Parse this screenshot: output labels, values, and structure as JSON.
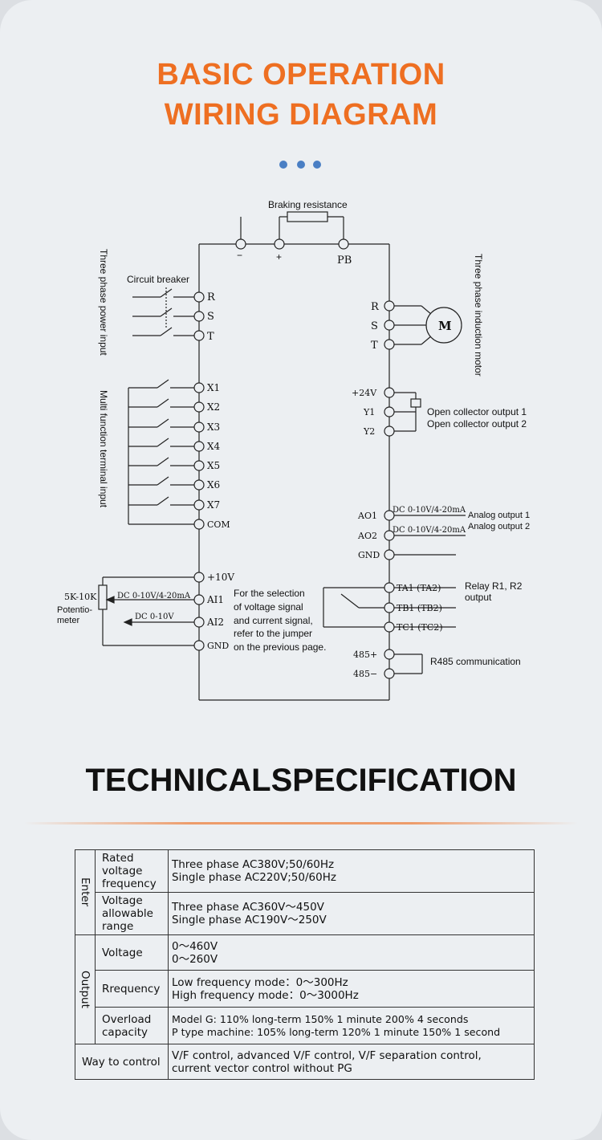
{
  "header": {
    "title_line1": "BASIC OPERATION",
    "title_line2": "WIRING DIAGRAM"
  },
  "colors": {
    "accent": "#ee6f22",
    "dots": "#4a7fc4",
    "background": "#eceff2"
  },
  "diagram": {
    "braking_resistance": "Braking resistance",
    "dc_minus": "−",
    "dc_plus": "+",
    "pb": "PB",
    "power_input_label": "Three phase power input",
    "circuit_breaker": "Circuit breaker",
    "input_terminals": [
      "R",
      "S",
      "T"
    ],
    "multi_function_label": "Multi function terminal input",
    "x_terminals": [
      "X1",
      "X2",
      "X3",
      "X4",
      "X5",
      "X6",
      "X7",
      "COM"
    ],
    "analog_in_terminals": [
      "+10V",
      "AI1",
      "AI2",
      "GND"
    ],
    "pot_range": "5K-10K",
    "pot_label_line1": "Potentio-",
    "pot_label_line2": "meter",
    "ai1_signal": "DC 0-10V/4-20mA",
    "ai2_signal": "DC 0-10V",
    "jumper_note": [
      "For the selection",
      "of voltage signal",
      "and current signal,",
      "refer to the jumper",
      "on the previous page."
    ],
    "motor_label": "Three phase induction motor",
    "motor_symbol": "M",
    "output_terminals": [
      "R",
      "S",
      "T"
    ],
    "oc_terminals": [
      "+24V",
      "Y1",
      "Y2"
    ],
    "oc_output1": "Open collector output 1",
    "oc_output2": "Open collector output 2",
    "ao_terminals": [
      "AO1",
      "AO2",
      "GND"
    ],
    "ao_signal": "DC 0-10V/4-20mA",
    "analog_output1": "Analog output 1",
    "analog_output2": "Analog output 2",
    "relay_terminals": [
      "TA1 (TA2)",
      "TB1 (TB2)",
      "TC1 (TC2)"
    ],
    "relay_label_line1": "Relay R1, R2",
    "relay_label_line2": "output",
    "rs485_terminals": [
      "485+",
      "485−"
    ],
    "rs485_label": "R485 communication"
  },
  "spec": {
    "title": "TECHNICALSPECIFICATION",
    "enter_group": "Enter",
    "output_group": "Output",
    "rows": [
      {
        "label": [
          "Rated",
          "voltage",
          "frequency"
        ],
        "value": [
          "Three phase AC380V;50/60Hz",
          "Single phase  AC220V;50/60Hz"
        ]
      },
      {
        "label": [
          "Voltage",
          "allowable",
          "range"
        ],
        "value": [
          "Three phase AC360V～450V",
          "Single phase AC190V～250V"
        ]
      },
      {
        "label": [
          "Voltage"
        ],
        "value": [
          "0～460V",
          "0～260V"
        ]
      },
      {
        "label": [
          "Rrequency"
        ],
        "value": [
          "Low frequency mode：0～300Hz",
          "High frequency mode：0～3000Hz"
        ]
      },
      {
        "label": [
          "Overload",
          "capacity"
        ],
        "value": [
          "Model G: 110% long-term 150% 1 minute 200% 4 seconds",
          "P type machine: 105% long-term 120% 1 minute 150% 1 second"
        ]
      },
      {
        "label": [
          "Way to control"
        ],
        "value": [
          "V/F control, advanced V/F control, V/F separation control,",
          "current vector control without PG"
        ]
      }
    ]
  }
}
